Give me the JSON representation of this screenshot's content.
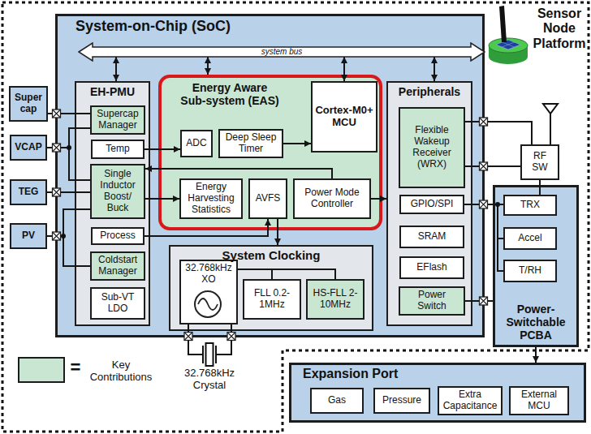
{
  "diagram": {
    "nodes": [
      {
        "text": [
          "Sensor Node Platform"
        ]
      },
      {
        "text": [
          "System-on-Chip (SoC)"
        ],
        "in": 0
      },
      {
        "text": [
          "system bus"
        ],
        "in": 1
      },
      {
        "text": [
          "EH-PMU"
        ],
        "in": 1
      },
      {
        "text": [
          "Supercap Manager"
        ],
        "in": 3
      },
      {
        "text": [
          "Temp"
        ],
        "in": 3
      },
      {
        "text": [
          "Single Inductor Boost/ Buck"
        ],
        "in": 3
      },
      {
        "text": [
          "Process"
        ],
        "in": 3
      },
      {
        "text": [
          "Coldstart Manager"
        ],
        "in": 3
      },
      {
        "text": [
          "Sub-VT LDO"
        ],
        "in": 3
      },
      {
        "text": [
          "Energy Aware Sub-system (EAS)"
        ],
        "in": 1
      },
      {
        "text": [
          "ADC"
        ],
        "in": 10
      },
      {
        "text": [
          "Deep Sleep Timer"
        ],
        "in": 10
      },
      {
        "text": [
          "Cortex-M0+ MCU"
        ],
        "in": 10
      },
      {
        "text": [
          "Energy Harvesting Statistics"
        ],
        "in": 10
      },
      {
        "text": [
          "AVFS"
        ],
        "in": 10
      },
      {
        "text": [
          "Power Mode Controller"
        ],
        "in": 10
      },
      {
        "text": [
          "System Clocking"
        ],
        "in": 1
      },
      {
        "text": [
          "32.768kHz XO"
        ],
        "in": 17
      },
      {
        "text": [
          "FLL 0.2-1MHz"
        ],
        "in": 17
      },
      {
        "text": [
          "HS-FLL 2-10MHz"
        ],
        "in": 17
      },
      {
        "text": [
          "Peripherals"
        ],
        "in": 1
      },
      {
        "text": [
          "Flexible Wakeup Receiver (WRX)"
        ],
        "in": 21
      },
      {
        "text": [
          "GPIO/SPI"
        ],
        "in": 21
      },
      {
        "text": [
          "SRAM"
        ],
        "in": 21
      },
      {
        "text": [
          "EFlash"
        ],
        "in": 21
      },
      {
        "text": [
          "Power Switch"
        ],
        "in": 21
      },
      {
        "text": [
          "Super cap"
        ],
        "in": 0
      },
      {
        "text": [
          "VCAP"
        ],
        "in": 0
      },
      {
        "text": [
          "TEG"
        ],
        "in": 0
      },
      {
        "text": [
          "PV"
        ],
        "in": 0
      },
      {
        "text": [
          "RF SW"
        ],
        "in": 0
      },
      {
        "text": [
          "Power-Switchable PCBA"
        ],
        "in": 0
      },
      {
        "text": [
          "TRX"
        ],
        "in": 32
      },
      {
        "text": [
          "Accel"
        ],
        "in": 32
      },
      {
        "text": [
          "T/RH"
        ],
        "in": 32
      },
      {
        "text": [
          "Expansion Port"
        ]
      },
      {
        "text": [
          "Gas"
        ],
        "in": 36
      },
      {
        "text": [
          "Pressure"
        ],
        "in": 36
      },
      {
        "text": [
          "Extra Capacitance"
        ],
        "in": 36
      },
      {
        "text": [
          "External MCU"
        ],
        "in": 36
      }
    ],
    "edges": [
      {
        "from": 2,
        "to": 3,
        "arrow": "both"
      },
      {
        "from": 2,
        "to": 10,
        "arrow": "both"
      },
      {
        "from": 2,
        "to": 13,
        "arrow": "both"
      },
      {
        "from": 2,
        "to": 21,
        "arrow": "both"
      },
      {
        "from": 27,
        "to": 4,
        "arrow": "none"
      },
      {
        "from": 28,
        "to": 4,
        "arrow": "none"
      },
      {
        "from": 28,
        "to": 6,
        "arrow": "none"
      },
      {
        "from": 29,
        "to": 6,
        "arrow": "none"
      },
      {
        "from": 30,
        "to": 6,
        "arrow": "none"
      },
      {
        "from": 30,
        "to": 8,
        "arrow": "none"
      },
      {
        "from": 5,
        "to": 11,
        "arrow": "to"
      },
      {
        "from": 6,
        "to": 14,
        "arrow": "to"
      },
      {
        "from": 7,
        "to": 15,
        "arrow": "to"
      },
      {
        "from": 15,
        "to": 17,
        "arrow": "to"
      },
      {
        "from": 12,
        "to": 13,
        "arrow": "to"
      },
      {
        "from": 16,
        "to": 6,
        "arrow": "to"
      },
      {
        "from": 16,
        "to": 21,
        "arrow": "to"
      },
      {
        "from": 18,
        "to": 19,
        "arrow": "none"
      },
      {
        "from": 18,
        "to": 20,
        "arrow": "none"
      },
      {
        "from": 22,
        "to": 31,
        "arrow": "none"
      },
      {
        "from": 22,
        "to": 31,
        "arrow": "none"
      },
      {
        "from": 31,
        "to": 33,
        "arrow": "none"
      },
      {
        "from": 23,
        "to": 33,
        "arrow": "none"
      },
      {
        "from": 23,
        "to": 34,
        "arrow": "none"
      },
      {
        "from": 23,
        "to": 35,
        "arrow": "none"
      },
      {
        "from": 26,
        "to": 32,
        "arrow": "none"
      },
      {
        "from": 32,
        "to": 36,
        "arrow": "to"
      }
    ],
    "labels": [
      "=",
      "32.768kHz Crystal"
    ],
    "legend": [
      {
        "text": "Key Contributions",
        "color": "#c8e6d2"
      }
    ]
  }
}
